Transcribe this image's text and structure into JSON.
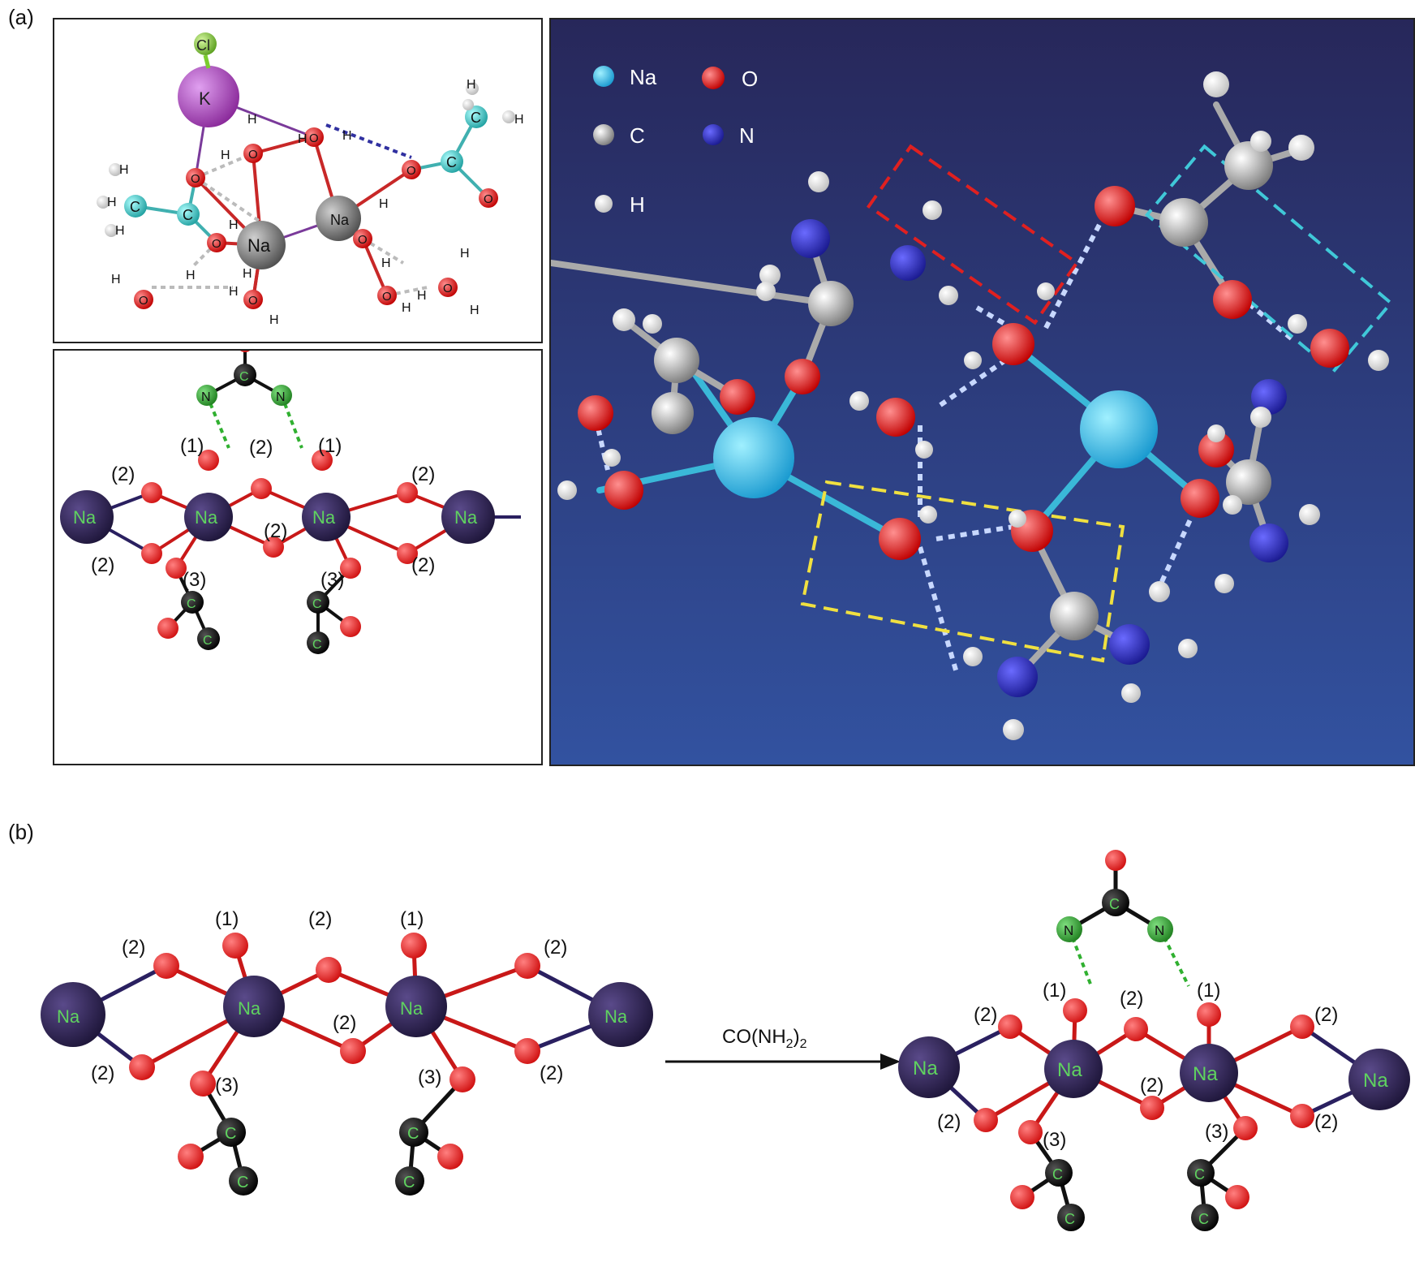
{
  "panels": {
    "a_label": "(a)",
    "b_label": "(b)"
  },
  "legend": {
    "na": "Na",
    "c": "C",
    "h": "H",
    "o": "O",
    "n": "N"
  },
  "reaction": {
    "arrow_text_pre": "CO(NH",
    "arrow_text_sub": "2",
    "arrow_text_mid": ")",
    "arrow_text_sub2": "2"
  },
  "atoms": {
    "na": "Na",
    "k": "K",
    "cl": "Cl",
    "c": "C",
    "o": "O",
    "h": "H",
    "n": "N"
  },
  "site_labels": {
    "s1": "(1)",
    "s2": "(2)",
    "s3": "(3)"
  },
  "colors": {
    "na_dark": "#2e2552",
    "na_light": "#3cb8e0",
    "oxygen": "#e02020",
    "carbon_cyan": "#3ac8c8",
    "nitrogen_green": "#2fae2f",
    "hydrogen_white": "#f2f2f2",
    "potassium": "#a040b0",
    "chlorine": "#7ccc30",
    "background_blue": "#2a3a86"
  }
}
